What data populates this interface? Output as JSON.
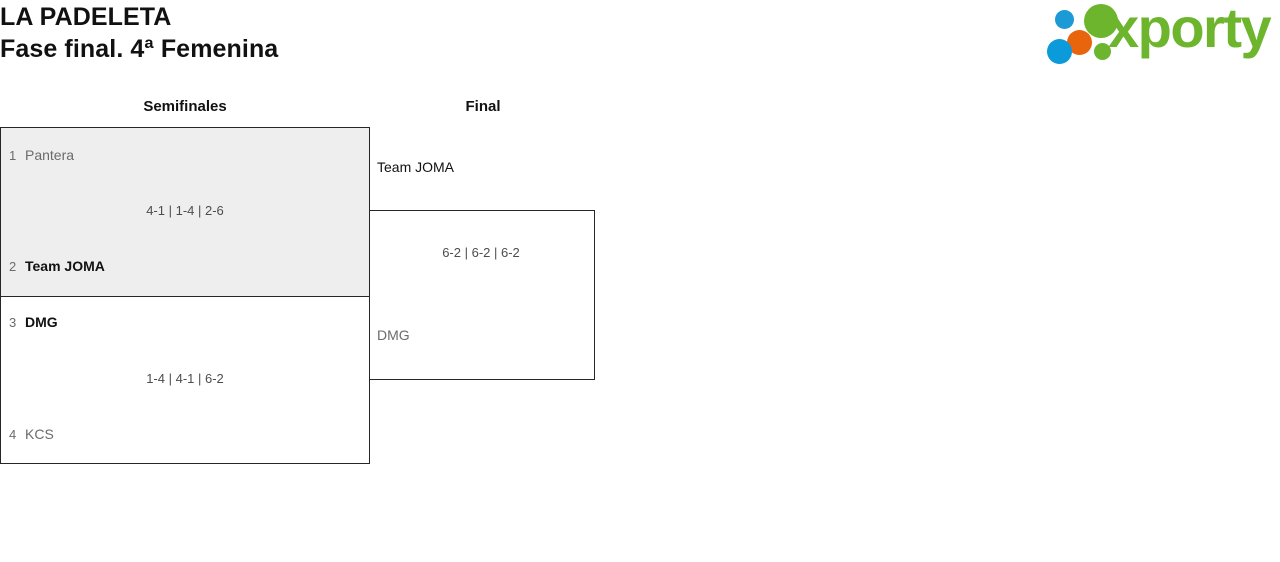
{
  "header": {
    "club_name": "LA PADELETA",
    "phase": "Fase final. 4ª Femenina",
    "logo": {
      "wordmark": "xporty",
      "colors": {
        "green": "#6cb52d",
        "orange": "#e8650d",
        "blue": "#0b9ada"
      }
    }
  },
  "bracket": {
    "rounds": [
      {
        "label": "Semifinales"
      },
      {
        "label": "Final"
      }
    ],
    "matches": {
      "semifinal_1": {
        "top": {
          "seed": "1",
          "name": "Pantera",
          "result": "loser"
        },
        "bottom": {
          "seed": "2",
          "name": "Team JOMA",
          "result": "winner"
        },
        "score": "4-1 | 1-4 | 2-6"
      },
      "semifinal_2": {
        "top": {
          "seed": "3",
          "name": "DMG",
          "result": "winner"
        },
        "bottom": {
          "seed": "4",
          "name": "KCS",
          "result": "loser"
        },
        "score": "1-4 | 4-1 | 6-2"
      },
      "final": {
        "top": {
          "name": "Team JOMA",
          "result": "winner"
        },
        "bottom": {
          "name": "DMG",
          "result": "loser"
        },
        "score": "6-2 | 6-2 | 6-2"
      }
    }
  }
}
